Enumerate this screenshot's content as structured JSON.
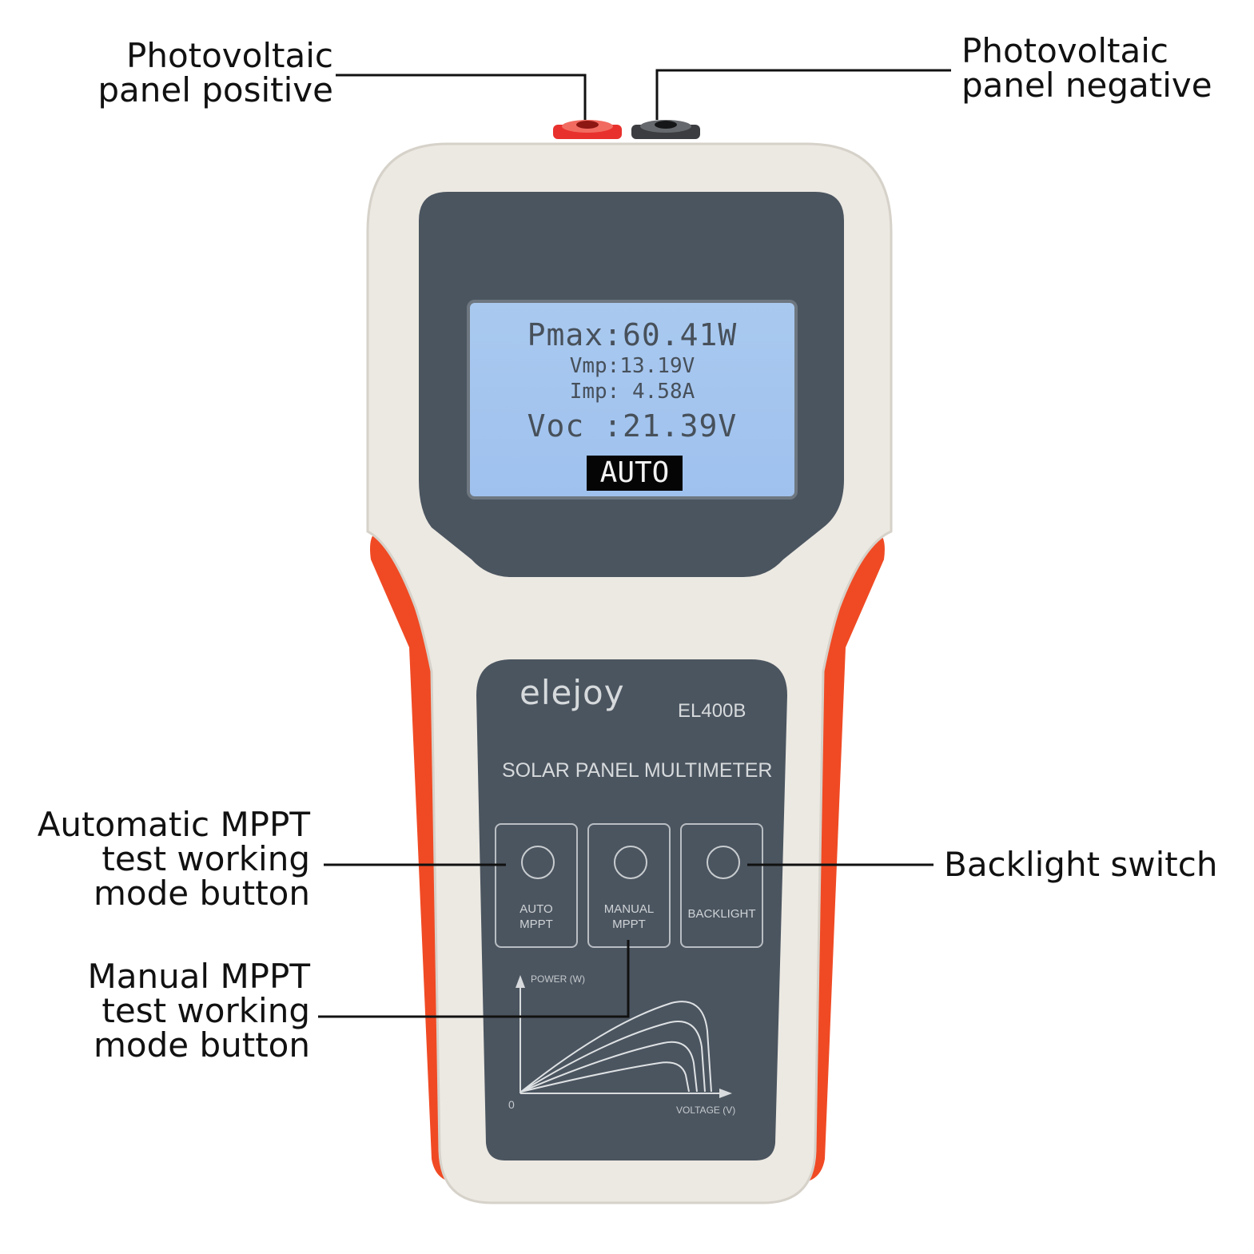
{
  "callouts": {
    "pv_positive": [
      "Photovoltaic",
      "panel positive"
    ],
    "pv_negative": [
      "Photovoltaic",
      "panel negative"
    ],
    "auto_mppt": [
      "Automatic MPPT",
      "test working",
      "mode button"
    ],
    "manual_mppt": [
      "Manual MPPT",
      "test working",
      "mode button"
    ],
    "backlight": [
      "Backlight switch"
    ]
  },
  "display": {
    "pmax": "Pmax:60.41W",
    "vmp": "Vmp:13.19V",
    "imp": "Imp: 4.58A",
    "voc": "Voc :21.39V",
    "mode": "AUTO"
  },
  "device": {
    "brand": "elejoy",
    "model": "EL400B",
    "subtitle": "SOLAR PANEL MULTIMETER",
    "buttons": [
      {
        "lines": [
          "AUTO",
          "MPPT"
        ]
      },
      {
        "lines": [
          "MANUAL",
          "MPPT"
        ]
      },
      {
        "lines": [
          "BACKLIGHT"
        ]
      }
    ],
    "graph": {
      "y_label": "POWER (W)",
      "x_label": "VOLTAGE (V)",
      "origin": "0"
    }
  },
  "colors": {
    "body": "#ece9e2",
    "panel": "#4b5560",
    "accent": "#f04a24",
    "lcd": "#a5c6ef",
    "terminal_positive": "#e8312d",
    "terminal_negative": "#3b3d40"
  }
}
